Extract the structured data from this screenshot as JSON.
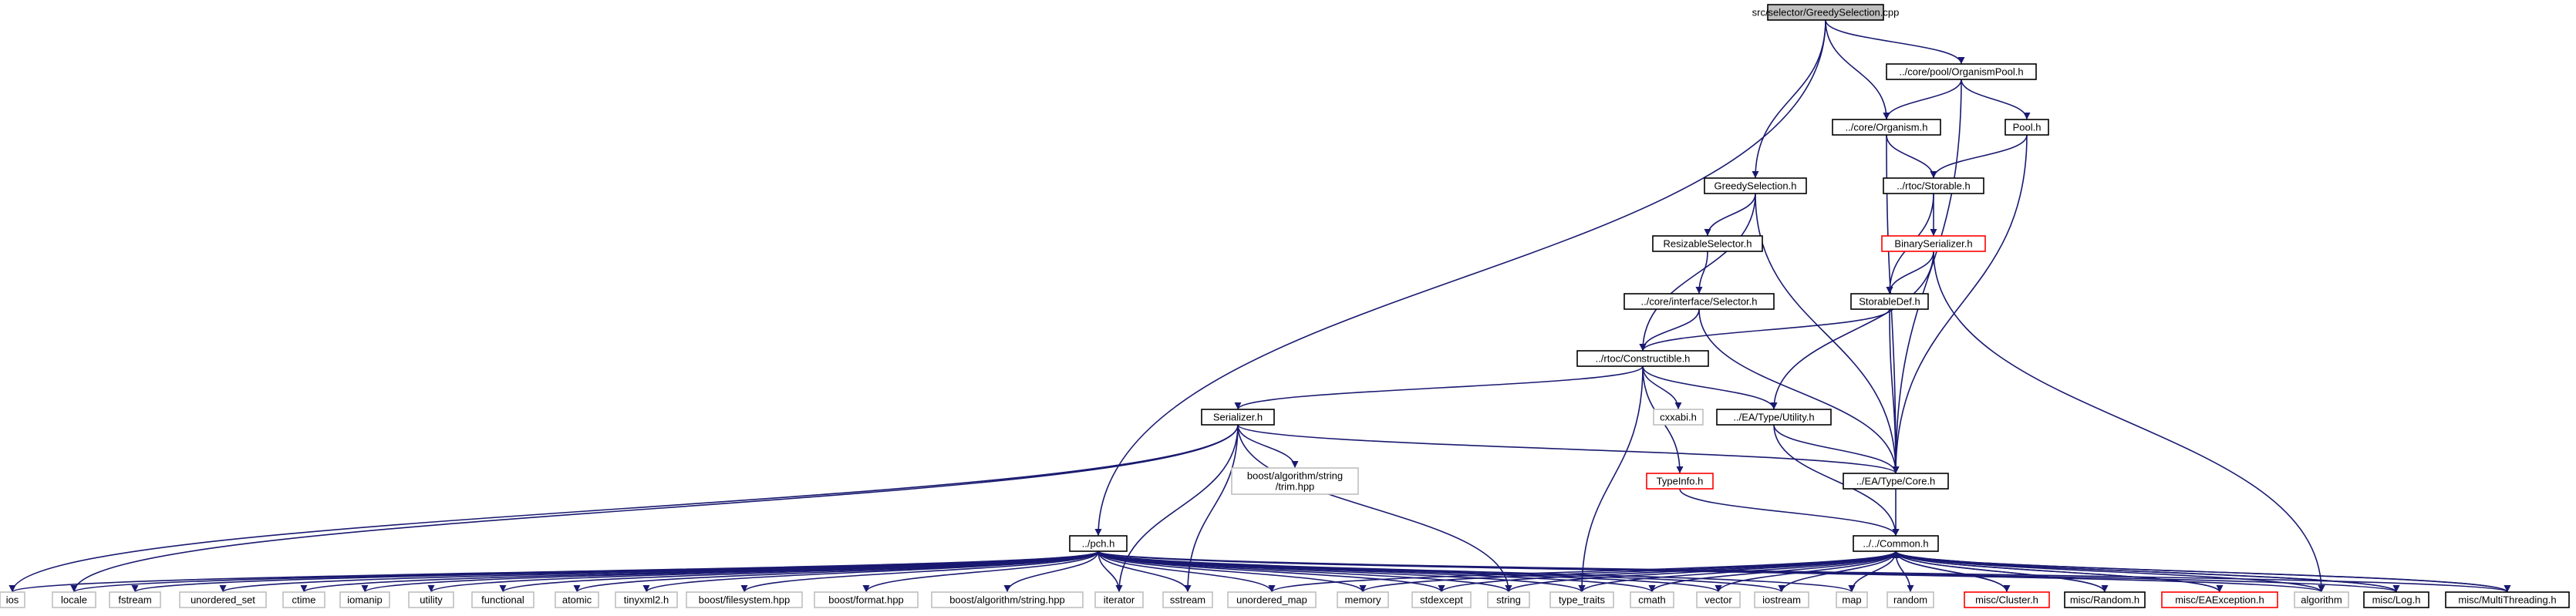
{
  "diagram": {
    "colors": {
      "edge": "#191970",
      "node_border": "#000000",
      "node_border_red": "#ff0000",
      "node_border_gray": "#bfbfbf",
      "root_fill": "#bfbfbf",
      "node_fill": "#ffffff",
      "text": "#000000"
    },
    "nodes": [
      {
        "id": "root",
        "label": "src/selector/GreedySelection.cpp",
        "style": "root"
      },
      {
        "id": "orgpool",
        "label": "../core/pool/OrganismPool.h",
        "style": "normal"
      },
      {
        "id": "organism",
        "label": "../core/Organism.h",
        "style": "normal"
      },
      {
        "id": "pool",
        "label": "Pool.h",
        "style": "normal"
      },
      {
        "id": "greedysel",
        "label": "GreedySelection.h",
        "style": "normal"
      },
      {
        "id": "storable",
        "label": "../rtoc/Storable.h",
        "style": "normal"
      },
      {
        "id": "resizable",
        "label": "ResizableSelector.h",
        "style": "normal"
      },
      {
        "id": "binser",
        "label": "BinarySerializer.h",
        "style": "red"
      },
      {
        "id": "ifacesel",
        "label": "../core/interface/Selector.h",
        "style": "normal"
      },
      {
        "id": "storabledef",
        "label": "StorableDef.h",
        "style": "normal"
      },
      {
        "id": "constructible",
        "label": "../rtoc/Constructible.h",
        "style": "normal"
      },
      {
        "id": "serializer",
        "label": "Serializer.h",
        "style": "normal"
      },
      {
        "id": "cxxabi",
        "label": "cxxabi.h",
        "style": "gray"
      },
      {
        "id": "eautility",
        "label": "../EA/Type/Utility.h",
        "style": "normal"
      },
      {
        "id": "boosttrim",
        "label": "boost/algorithm/string\n/trim.hpp",
        "style": "gray"
      },
      {
        "id": "typeinfo",
        "label": "TypeInfo.h",
        "style": "red"
      },
      {
        "id": "eacore",
        "label": "../EA/Type/Core.h",
        "style": "normal"
      },
      {
        "id": "pch",
        "label": "../pch.h",
        "style": "normal"
      },
      {
        "id": "common",
        "label": "../../Common.h",
        "style": "normal"
      },
      {
        "id": "ios",
        "label": "ios",
        "style": "gray"
      },
      {
        "id": "locale",
        "label": "locale",
        "style": "gray"
      },
      {
        "id": "fstream",
        "label": "fstream",
        "style": "gray"
      },
      {
        "id": "unordered_set",
        "label": "unordered_set",
        "style": "gray"
      },
      {
        "id": "ctime",
        "label": "ctime",
        "style": "gray"
      },
      {
        "id": "iomanip",
        "label": "iomanip",
        "style": "gray"
      },
      {
        "id": "utility",
        "label": "utility",
        "style": "gray"
      },
      {
        "id": "functional",
        "label": "functional",
        "style": "gray"
      },
      {
        "id": "atomic",
        "label": "atomic",
        "style": "gray"
      },
      {
        "id": "tinyxml2",
        "label": "tinyxml2.h",
        "style": "gray"
      },
      {
        "id": "boostfs",
        "label": "boost/filesystem.hpp",
        "style": "gray"
      },
      {
        "id": "boostformat",
        "label": "boost/format.hpp",
        "style": "gray"
      },
      {
        "id": "boostalgstr",
        "label": "boost/algorithm/string.hpp",
        "style": "gray"
      },
      {
        "id": "iterator",
        "label": "iterator",
        "style": "gray"
      },
      {
        "id": "sstream",
        "label": "sstream",
        "style": "gray"
      },
      {
        "id": "unordered_map",
        "label": "unordered_map",
        "style": "gray"
      },
      {
        "id": "memory",
        "label": "memory",
        "style": "gray"
      },
      {
        "id": "stdexcept",
        "label": "stdexcept",
        "style": "gray"
      },
      {
        "id": "string",
        "label": "string",
        "style": "gray"
      },
      {
        "id": "type_traits",
        "label": "type_traits",
        "style": "gray"
      },
      {
        "id": "cmath",
        "label": "cmath",
        "style": "gray"
      },
      {
        "id": "vector",
        "label": "vector",
        "style": "gray"
      },
      {
        "id": "iostream",
        "label": "iostream",
        "style": "gray"
      },
      {
        "id": "map",
        "label": "map",
        "style": "gray"
      },
      {
        "id": "random",
        "label": "random",
        "style": "gray"
      },
      {
        "id": "cluster",
        "label": "misc/Cluster.h",
        "style": "red"
      },
      {
        "id": "miscrandom",
        "label": "misc/Random.h",
        "style": "normal"
      },
      {
        "id": "eaexception",
        "label": "misc/EAException.h",
        "style": "red"
      },
      {
        "id": "algorithm",
        "label": "algorithm",
        "style": "gray"
      },
      {
        "id": "misclog",
        "label": "misc/Log.h",
        "style": "normal"
      },
      {
        "id": "multithreading",
        "label": "misc/MultiThreading.h",
        "style": "normal"
      }
    ],
    "edges": [
      [
        "root",
        "orgpool"
      ],
      [
        "root",
        "organism"
      ],
      [
        "root",
        "greedysel"
      ],
      [
        "root",
        "pch"
      ],
      [
        "orgpool",
        "organism"
      ],
      [
        "orgpool",
        "pool"
      ],
      [
        "orgpool",
        "eacore"
      ],
      [
        "organism",
        "storable"
      ],
      [
        "organism",
        "eacore"
      ],
      [
        "pool",
        "storable"
      ],
      [
        "pool",
        "eacore"
      ],
      [
        "greedysel",
        "resizable"
      ],
      [
        "greedysel",
        "constructible"
      ],
      [
        "greedysel",
        "eacore"
      ],
      [
        "storable",
        "binser"
      ],
      [
        "storable",
        "storabledef"
      ],
      [
        "resizable",
        "ifacesel"
      ],
      [
        "binser",
        "storabledef"
      ],
      [
        "binser",
        "eautility"
      ],
      [
        "binser",
        "algorithm"
      ],
      [
        "ifacesel",
        "constructible"
      ],
      [
        "ifacesel",
        "eacore"
      ],
      [
        "storabledef",
        "constructible"
      ],
      [
        "storabledef",
        "eacore"
      ],
      [
        "constructible",
        "serializer"
      ],
      [
        "constructible",
        "cxxabi"
      ],
      [
        "constructible",
        "eautility"
      ],
      [
        "constructible",
        "typeinfo"
      ],
      [
        "constructible",
        "type_traits"
      ],
      [
        "serializer",
        "boosttrim"
      ],
      [
        "serializer",
        "eacore"
      ],
      [
        "serializer",
        "ios"
      ],
      [
        "serializer",
        "locale"
      ],
      [
        "serializer",
        "iterator"
      ],
      [
        "serializer",
        "sstream"
      ],
      [
        "serializer",
        "string"
      ],
      [
        "eautility",
        "eacore"
      ],
      [
        "eautility",
        "common"
      ],
      [
        "typeinfo",
        "common"
      ],
      [
        "eacore",
        "common"
      ],
      [
        "pch",
        "ios"
      ],
      [
        "pch",
        "locale"
      ],
      [
        "pch",
        "fstream"
      ],
      [
        "pch",
        "unordered_set"
      ],
      [
        "pch",
        "ctime"
      ],
      [
        "pch",
        "iomanip"
      ],
      [
        "pch",
        "utility"
      ],
      [
        "pch",
        "functional"
      ],
      [
        "pch",
        "atomic"
      ],
      [
        "pch",
        "tinyxml2"
      ],
      [
        "pch",
        "boostfs"
      ],
      [
        "pch",
        "boostformat"
      ],
      [
        "pch",
        "boostalgstr"
      ],
      [
        "pch",
        "iterator"
      ],
      [
        "pch",
        "sstream"
      ],
      [
        "pch",
        "unordered_map"
      ],
      [
        "pch",
        "memory"
      ],
      [
        "pch",
        "stdexcept"
      ],
      [
        "pch",
        "string"
      ],
      [
        "pch",
        "type_traits"
      ],
      [
        "pch",
        "cmath"
      ],
      [
        "pch",
        "vector"
      ],
      [
        "pch",
        "iostream"
      ],
      [
        "pch",
        "map"
      ],
      [
        "pch",
        "algorithm"
      ],
      [
        "pch",
        "misclog"
      ],
      [
        "pch",
        "multithreading"
      ],
      [
        "common",
        "memory"
      ],
      [
        "common",
        "stdexcept"
      ],
      [
        "common",
        "string"
      ],
      [
        "common",
        "type_traits"
      ],
      [
        "common",
        "cmath"
      ],
      [
        "common",
        "vector"
      ],
      [
        "common",
        "iostream"
      ],
      [
        "common",
        "map"
      ],
      [
        "common",
        "random"
      ],
      [
        "common",
        "unordered_map"
      ],
      [
        "common",
        "cluster"
      ],
      [
        "common",
        "miscrandom"
      ],
      [
        "common",
        "eaexception"
      ],
      [
        "common",
        "algorithm"
      ],
      [
        "common",
        "misclog"
      ],
      [
        "common",
        "multithreading"
      ],
      [
        "cluster",
        "common"
      ],
      [
        "miscrandom",
        "common"
      ],
      [
        "eaexception",
        "common"
      ],
      [
        "misclog",
        "common"
      ],
      [
        "multithreading",
        "common"
      ]
    ]
  }
}
